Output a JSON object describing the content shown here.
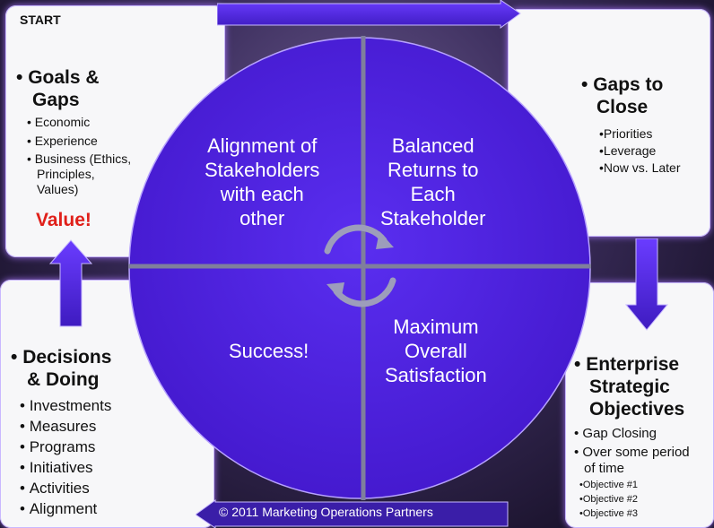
{
  "start_label": "START",
  "top_left": {
    "heading_line1": "Goals &",
    "heading_line2": "Gaps",
    "items": [
      "Economic",
      "Experience",
      "Business (Ethics,",
      "Principles,",
      "Values)"
    ],
    "value_label": "Value!"
  },
  "top_right": {
    "heading_line1": "Gaps to",
    "heading_line2": "Close",
    "items": [
      "•Priorities",
      "•Leverage",
      "•Now vs. Later"
    ]
  },
  "bottom_left": {
    "heading_line1": "Decisions",
    "heading_line2": "& Doing",
    "items": [
      "Investments",
      "Measures",
      "Programs",
      "Initiatives",
      "Activities",
      "Alignment"
    ]
  },
  "bottom_right": {
    "heading_line1": "Enterprise",
    "heading_line2": "Strategic",
    "heading_line3": "Objectives",
    "items": [
      "Gap Closing",
      "Over some period",
      "of time"
    ],
    "objectives": [
      "•Objective #1",
      "•Objective #2",
      "•Objective #3"
    ]
  },
  "circle": {
    "q_top_left": [
      "Alignment of",
      "Stakeholders",
      "with each",
      "other"
    ],
    "q_top_right": [
      "Balanced",
      "Returns to",
      "Each",
      "Stakeholder"
    ],
    "q_bottom_left": [
      "Success!"
    ],
    "q_bottom_right": [
      "Maximum",
      "Overall",
      "Satisfaction"
    ]
  },
  "footer": "© 2011 Marketing Operations Partners",
  "colors": {
    "purple": "#4a1fd0",
    "accent_red": "#e0201a"
  }
}
